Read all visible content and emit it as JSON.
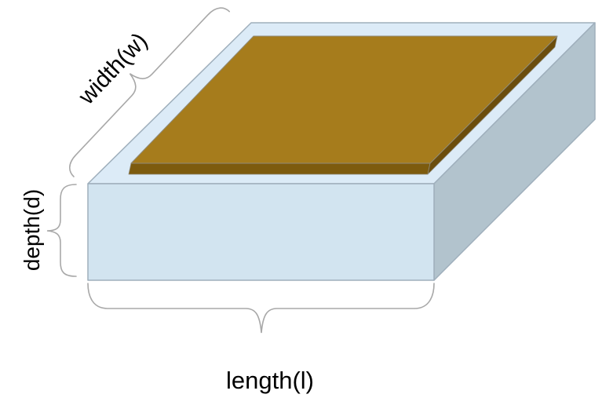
{
  "diagram": {
    "title": "cuboid dimensions diagram",
    "labels": {
      "width": "width(w)",
      "depth": "depth(d)",
      "length": "length(l)"
    },
    "colors": {
      "box_top": "#dcebf7",
      "box_front": "#d2e4f0",
      "box_right": "#b2c3cd",
      "box_edge": "#9fafbc",
      "panel_top": "#a67c1c",
      "panel_front": "#7d5b0e",
      "panel_right": "#6b4d0c",
      "panel_edge": "#8f8a78",
      "brace": "#a8a8a8",
      "label_text": "#000000"
    }
  }
}
